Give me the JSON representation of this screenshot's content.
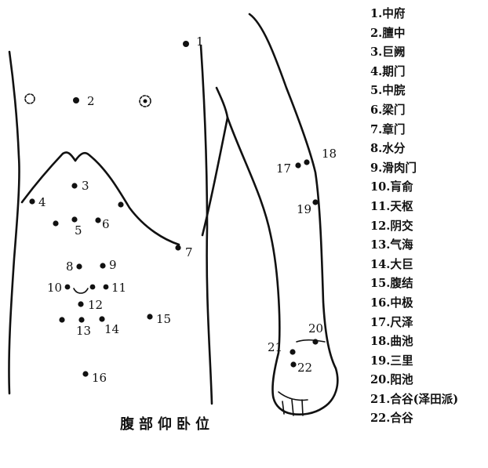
{
  "caption": "腹部仰卧位",
  "legend": [
    "1.中府",
    "2.膻中",
    "3.巨阙",
    "4.期门",
    "5.中脘",
    "6.梁门",
    "7.章门",
    "8.水分",
    "9.滑肉门",
    "10.肓俞",
    "11.天枢",
    "12.阴交",
    "13.气海",
    "14.大巨",
    "15.腹结",
    "16.中极",
    "17.尺泽",
    "18.曲池",
    "19.三里",
    "20.阳池",
    "21.合谷(泽田派)",
    "22.合谷"
  ],
  "point_numbers": {
    "p1": "1",
    "p2": "2",
    "p3": "3",
    "p4": "4",
    "p5": "5",
    "p6": "6",
    "p7": "7",
    "p8": "8",
    "p9": "9",
    "p10": "10",
    "p11": "11",
    "p12": "12",
    "p13": "13",
    "p14": "14",
    "p15": "15",
    "p16": "16",
    "p17": "17",
    "p18": "18",
    "p19": "19",
    "p20": "20",
    "p21": "21",
    "p22": "22"
  }
}
